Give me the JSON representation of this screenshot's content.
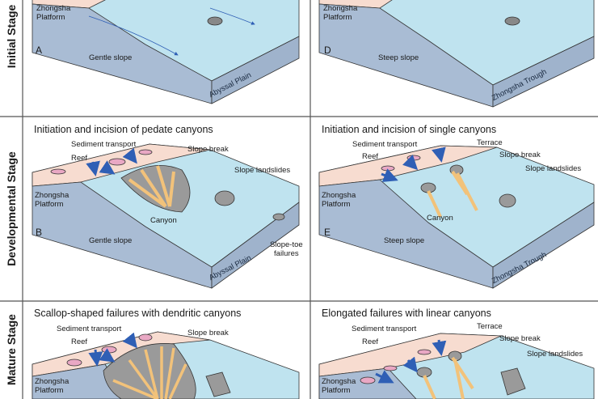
{
  "stages": [
    "Initial Stage",
    "Developmental Stage",
    "Mature Stage"
  ],
  "panels": {
    "A": {
      "letter": "A",
      "platform": "Zhongsha\nPlatform",
      "slope": "Gentle slope",
      "basin": "Abyssal Plain"
    },
    "D": {
      "letter": "D",
      "platform": "Zhongsha\nPlatform",
      "slope": "Steep slope",
      "basin": "Zhongsha Trough"
    },
    "B": {
      "letter": "B",
      "title": "Initiation and incision of pedate canyons",
      "sediment": "Sediment transport",
      "reef": "Reef",
      "slope_break": "Slope break",
      "landslides": "Slope landslides",
      "platform": "Zhongsha\nPlatform",
      "canyon": "Canyon",
      "slope": "Gentle slope",
      "basin": "Abyssal Plain",
      "toe": "Slope-toe\nfailures"
    },
    "E": {
      "letter": "E",
      "title": "Initiation and incision of single canyons",
      "sediment": "Sediment transport",
      "terrace": "Terrace",
      "reef": "Reef",
      "slope_break": "Slope break",
      "landslides": "Slope landslides",
      "platform": "Zhongsha\nPlatform",
      "canyon": "Canyon",
      "slope": "Steep slope",
      "basin": "Zhongsha Trough"
    },
    "C": {
      "title": "Scallop-shaped failures with dendritic canyons",
      "sediment": "Sediment transport",
      "reef": "Reef",
      "slope_break": "Slope break",
      "platform": "Zhongsha\nPlatform"
    },
    "F": {
      "title": "Elongated failures with linear canyons",
      "sediment": "Sediment transport",
      "terrace": "Terrace",
      "reef": "Reef",
      "slope_break": "Slope break",
      "landslides": "Slope landslides",
      "platform": "Zhongsha\nPlatform"
    }
  },
  "colors": {
    "platform": "#f7dcd0",
    "sea": "#bfe3ef",
    "side": "#a9bcd4",
    "canyon": "#f2c27a",
    "failure": "#9a9a9a",
    "arrow": "#2f5fb5",
    "reef": "#e9a8c4"
  }
}
